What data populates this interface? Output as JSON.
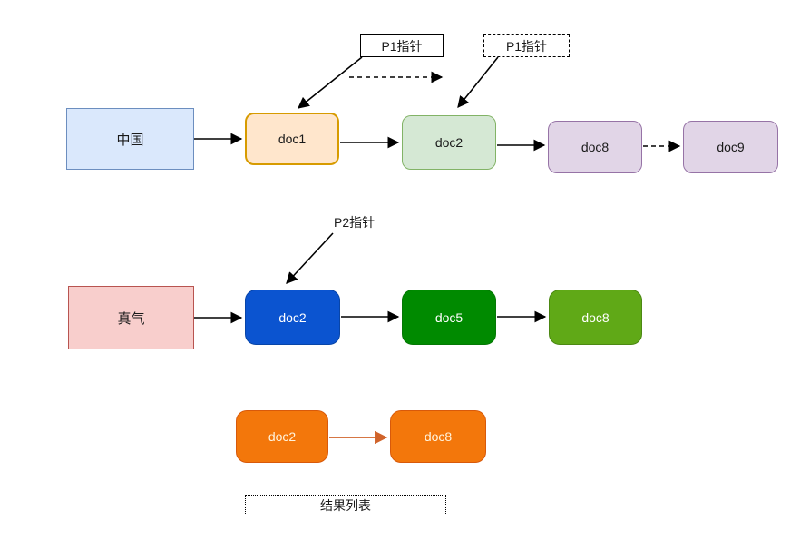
{
  "diagram": {
    "kind": "inverted-index posting lists intersection",
    "rows": [
      {
        "term": "中国",
        "postings": [
          "doc1",
          "doc2",
          "doc8",
          "doc9"
        ]
      },
      {
        "term": "真气",
        "postings": [
          "doc2",
          "doc5",
          "doc8"
        ]
      },
      {
        "postings": [
          "doc2",
          "doc8"
        ]
      }
    ],
    "pointers": {
      "p1_solid": "P1指针",
      "p1_dashed": "P1指针",
      "p2": "P2指针"
    },
    "result_label": "结果列表",
    "colors": {
      "term1_fill": "#dae8fc",
      "term1_stroke": "#6c8ebf",
      "doc1_fill": "#ffe6cc",
      "doc1_stroke": "#d79b00",
      "row1_doc2_fill": "#d5e8d4",
      "row1_doc2_stroke": "#82b366",
      "row1_purple_fill": "#e1d5e7",
      "row1_purple_stroke": "#9673a6",
      "term2_fill": "#f8cecc",
      "term2_stroke": "#b85450",
      "row2_doc2_fill": "#0b54d0",
      "row2_doc5_fill": "#008a00",
      "row2_doc8_fill": "#60a917",
      "row3_fill": "#f3770b",
      "arrow_black": "#000000",
      "arrow_orange": "#d0632a"
    }
  }
}
